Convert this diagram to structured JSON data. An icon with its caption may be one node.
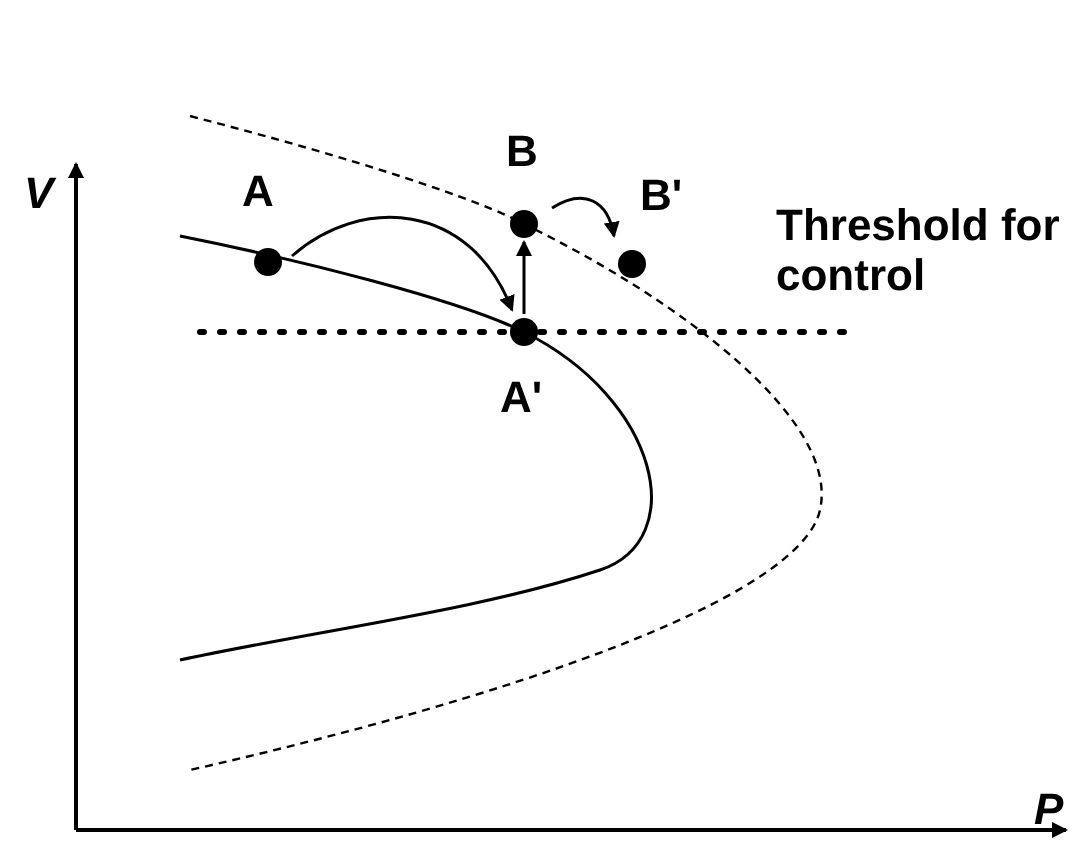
{
  "diagram": {
    "nodes": [
      {
        "text": [
          "A"
        ]
      },
      {
        "text": [
          "B"
        ]
      },
      {
        "text": [
          "B'"
        ]
      },
      {
        "text": [
          "A'"
        ]
      }
    ],
    "edges": [
      {
        "from": 0,
        "to": 3,
        "arrow": "to"
      },
      {
        "from": 3,
        "to": 1,
        "arrow": "to"
      },
      {
        "from": 1,
        "to": 2,
        "arrow": "to"
      }
    ],
    "labels": [
      "V",
      "Threshold for control",
      "P"
    ]
  }
}
